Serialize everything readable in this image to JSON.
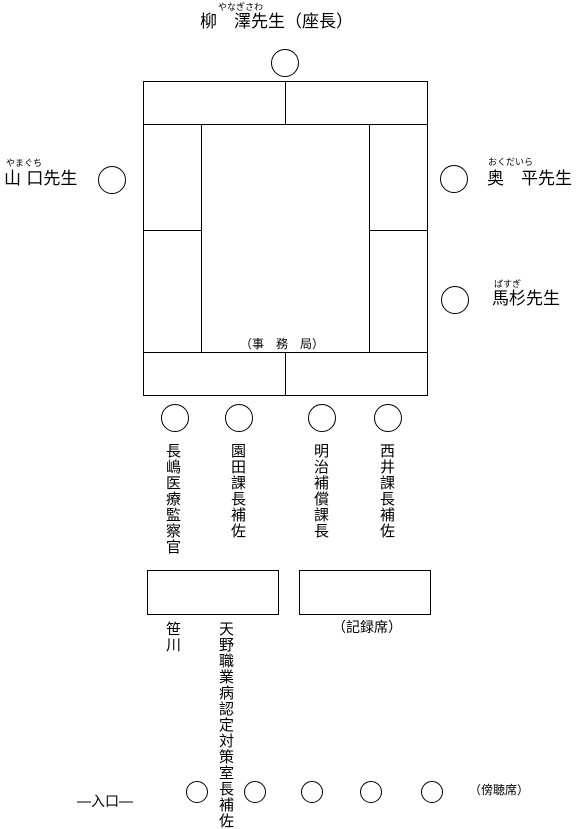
{
  "chair": {
    "ruby": "やなぎさわ",
    "name": "柳　澤先生（座長）"
  },
  "left": {
    "ruby": "やまぐち",
    "name": "山 口先生"
  },
  "right_top": {
    "ruby": "おくだいら",
    "name": "奥　平先生"
  },
  "right_bottom": {
    "ruby": "ばすぎ",
    "name": "馬杉先生"
  },
  "secretariat": "（事　務　局）",
  "officials": [
    "長嶋医療監察官",
    "園田課長補佐",
    "明治補償課長",
    "西井課長補佐"
  ],
  "front_left": [
    "笹川",
    "天野職業病認定対策室長補佐"
  ],
  "record_label": "（記録席）",
  "entrance": "―入口―",
  "gallery_label": "（傍聴席）"
}
